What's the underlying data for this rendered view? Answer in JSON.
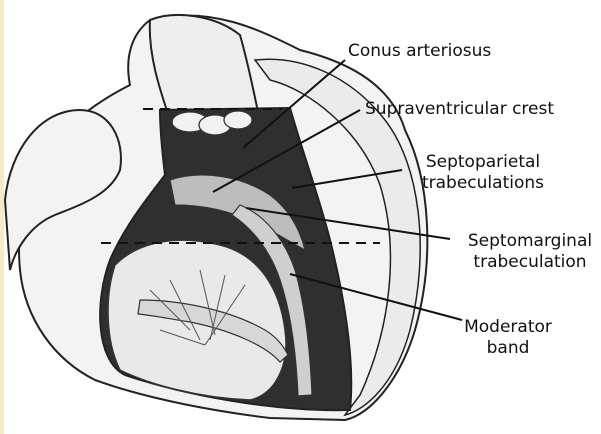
{
  "labels": {
    "conus": "Conus arteriosus",
    "crest": "Supraventricular crest",
    "septoparietal_1": "Septoparietal",
    "septoparietal_2": "trabeculations",
    "septomarginal_1": "Septomarginal",
    "septomarginal_2": "trabeculation",
    "moderator_1": "Moderator",
    "moderator_2": "band"
  },
  "colors": {
    "background": "#ffffff",
    "left_bar": "#f4ecc4",
    "outline": "#222222",
    "surface": "#f1f1f1",
    "cavity_dark": "#3a3a3a",
    "cavity_mid": "#9a9a9a",
    "cavity_light": "#e6e6e6"
  }
}
